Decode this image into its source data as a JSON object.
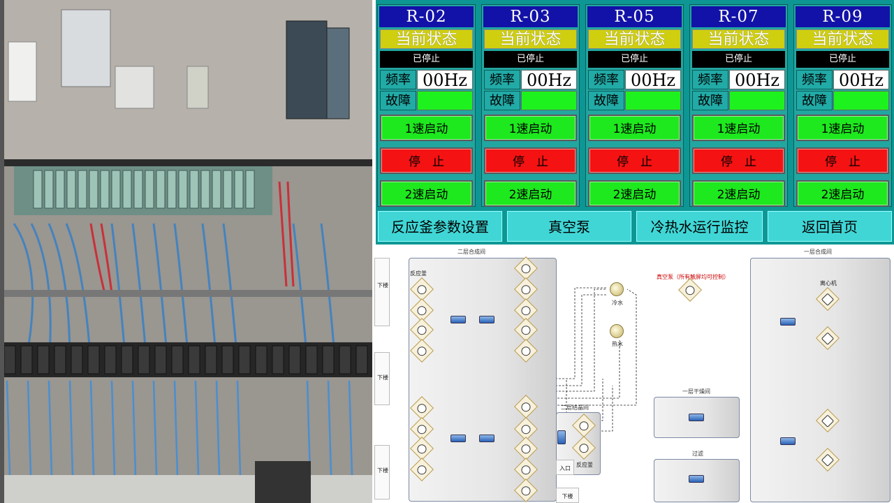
{
  "units": [
    {
      "id": "R-02",
      "status_label": "当前状态",
      "status": "已停止",
      "freq_label": "频率",
      "freq": "00Hz",
      "fault_label": "故障",
      "btn_speed1": "1速启动",
      "btn_stop": "停　止",
      "btn_speed2": "2速启动"
    },
    {
      "id": "R-03",
      "status_label": "当前状态",
      "status": "已停止",
      "freq_label": "频率",
      "freq": "00Hz",
      "fault_label": "故障",
      "btn_speed1": "1速启动",
      "btn_stop": "停　止",
      "btn_speed2": "2速启动"
    },
    {
      "id": "R-05",
      "status_label": "当前状态",
      "status": "已停止",
      "freq_label": "频率",
      "freq": "00Hz",
      "fault_label": "故障",
      "btn_speed1": "1速启动",
      "btn_stop": "停　止",
      "btn_speed2": "2速启动"
    },
    {
      "id": "R-07",
      "status_label": "当前状态",
      "status": "已停止",
      "freq_label": "频率",
      "freq": "00Hz",
      "fault_label": "故障",
      "btn_speed1": "1速启动",
      "btn_stop": "停　止",
      "btn_speed2": "2速启动"
    },
    {
      "id": "R-09",
      "status_label": "当前状态",
      "status": "已停止",
      "freq_label": "频率",
      "freq": "00Hz",
      "fault_label": "故障",
      "btn_speed1": "1速启动",
      "btn_stop": "停　止",
      "btn_speed2": "2速启动"
    }
  ],
  "nav": [
    "反应釜参数设置",
    "真空泵",
    "冷热水运行监控",
    "返回首页"
  ],
  "diagram": {
    "room_2f_synthesis": "二层合成间",
    "reactor_label": "反应釜",
    "downstairs": "下楼",
    "cold_water": "冷水",
    "hot_water": "热水",
    "vacuum_pump_note": "真空泵（所有触屏均可控制）",
    "room_2f_crystal": "二层结晶间",
    "entrance": "入口",
    "crystal_reactor": "反应釜",
    "room_1f_synthesis": "一层合成间",
    "centrifuge": "离心机",
    "room_1f_dry": "一层干燥间",
    "room_filter": "过滤"
  },
  "colors": {
    "hmi_bg": "#0d9693",
    "unit_id_bg": "#1212a8",
    "status_label_bg": "#cfcf10",
    "fault_ok": "#1ef21e",
    "start_btn": "#1ee81e",
    "stop_btn": "#f41212",
    "nav_btn": "#40d6d6"
  },
  "icons": {
    "reactor": "reactor-node-icon",
    "centrifuge": "centrifuge-node-icon",
    "controller": "controller-box-icon",
    "water": "water-tank-icon",
    "vacuum": "vacuum-pump-icon"
  }
}
